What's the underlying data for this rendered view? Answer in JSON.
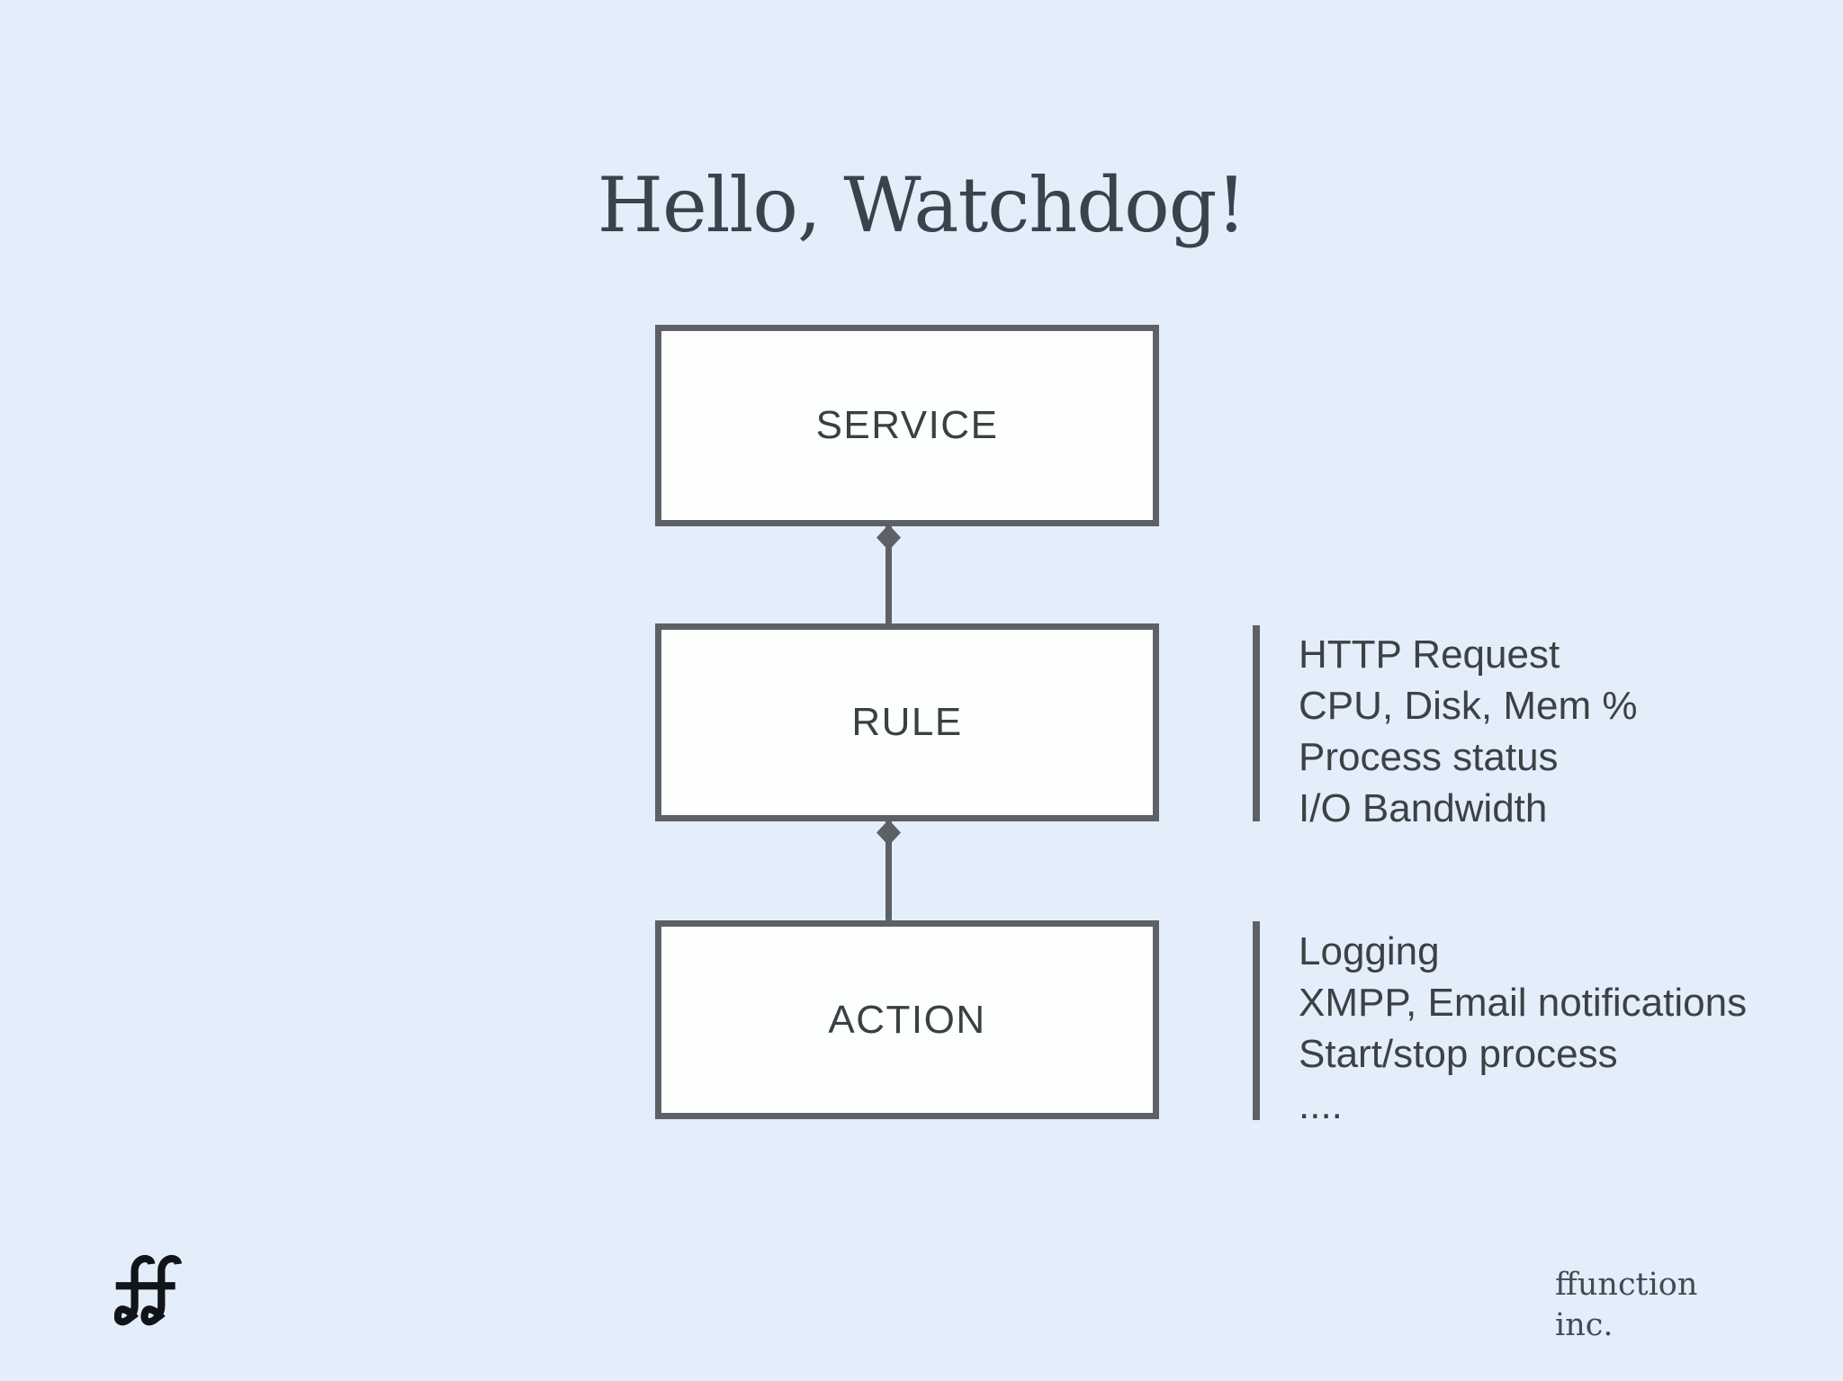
{
  "slide": {
    "title": "Hello, Watchdog!"
  },
  "diagram": {
    "boxes": [
      {
        "id": "service",
        "label": "SERVICE"
      },
      {
        "id": "rule",
        "label": "RULE"
      },
      {
        "id": "action",
        "label": "ACTION"
      }
    ],
    "annotations": [
      {
        "for": "rule",
        "lines": [
          "HTTP Request",
          "CPU, Disk, Mem %",
          "Process status",
          "I/O Bandwidth"
        ]
      },
      {
        "for": "action",
        "lines": [
          "Logging",
          "XMPP, Email notifications",
          "Start/stop process",
          "...."
        ]
      }
    ]
  },
  "footer": {
    "logo_icon": "ffunction-logo",
    "company_line1": "ffunction",
    "company_line2": "inc."
  },
  "colors": {
    "background": "#e3eefa",
    "box_fill": "#fdfefe",
    "line_gray": "#5d6165",
    "text_dark": "#3b4043",
    "title_color": "#3a424b",
    "footer_color": "#414b54",
    "logo_color": "#11151a"
  }
}
